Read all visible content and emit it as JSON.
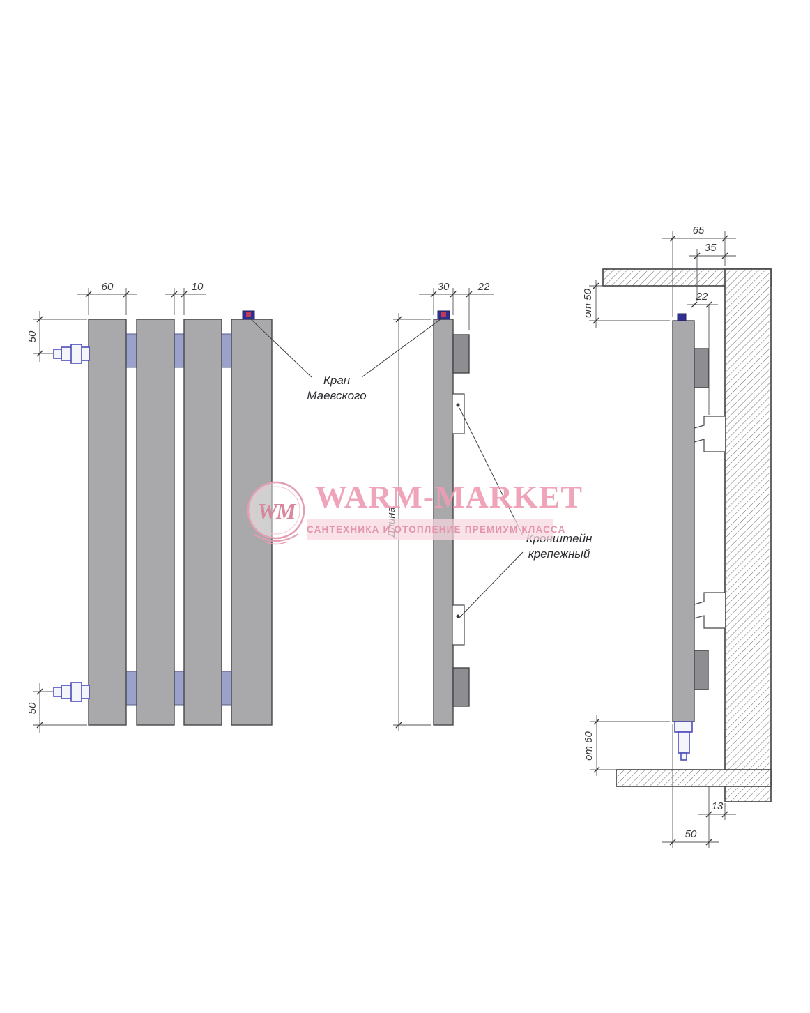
{
  "watermark": {
    "logo_text": "WM",
    "title": "WARM-MARKET",
    "subtitle": "САНТЕХНИКА И ОТОПЛЕНИЕ ПРЕМИУМ КЛАССА"
  },
  "labels": {
    "valve_line1": "Кран",
    "valve_line2": "Маевского",
    "bracket_line1": "Кронштейн",
    "bracket_line2": "крепежный"
  },
  "front_view": {
    "dim_width": "60",
    "dim_gap": "10",
    "dim_top": "50",
    "dim_bottom": "50"
  },
  "side_view": {
    "dim_depth": "30",
    "dim_bracket": "22",
    "dim_length": "Длина"
  },
  "wall_view": {
    "dim_total": "65",
    "dim_35": "35",
    "dim_min_top": "от 50",
    "dim_22": "22",
    "dim_min_bottom": "от 60",
    "dim_13": "13",
    "dim_50": "50"
  },
  "colors": {
    "panel_gray": "#a9a9ac",
    "bracket_gray": "#8e8e92",
    "connector_blue": "#9aa2cc",
    "valve_blue": "#2f2f8f",
    "pipe_blue": "#4d4dbb",
    "line_dark": "#46464a",
    "watermark_pink": "#ee9db4",
    "watermark_band": "#f6d7df"
  }
}
